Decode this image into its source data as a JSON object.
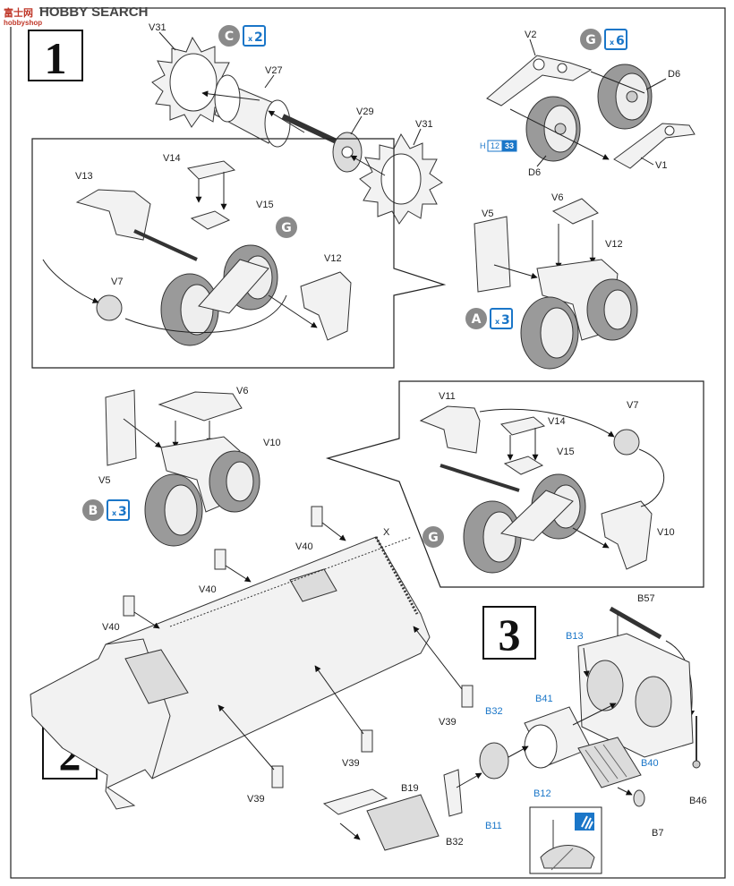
{
  "watermark": {
    "brand": "HOBBY SEARCH",
    "site": "hobbyshop"
  },
  "steps": {
    "s1": "1",
    "s2": "2",
    "s3": "3"
  },
  "badges": {
    "c": {
      "letter": "C",
      "mult": "2"
    },
    "g": {
      "letter": "G",
      "mult": "6"
    },
    "a": {
      "letter": "A",
      "mult": "3"
    },
    "b": {
      "letter": "B",
      "mult": "3"
    },
    "g_callout1": "G",
    "g_callout2": "G"
  },
  "paint_ref": {
    "prefix": "H",
    "code1": "12",
    "code2": "33"
  },
  "labels": {
    "v31_top": "V31",
    "v27": "V27",
    "v29": "V29",
    "v31_right": "V31",
    "v2": "V2",
    "d6_right": "D6",
    "d6_left": "D6",
    "v1": "V1",
    "v14_a": "V14",
    "v13": "V13",
    "v15_a": "V15",
    "v7_a": "V7",
    "v12_a": "V12",
    "v6_a": "V6",
    "v5_a": "V5",
    "v12_b": "V12",
    "v6_b": "V6",
    "v10_a": "V10",
    "v5_b": "V5",
    "v11": "V11",
    "v14_b": "V14",
    "v7_b": "V7",
    "v15_b": "V15",
    "v10_b": "V10",
    "x": "X",
    "v40_a": "V40",
    "v40_b": "V40",
    "v40_c": "V40",
    "v39_a": "V39",
    "v39_b": "V39",
    "v39_c": "V39",
    "b57": "B57",
    "b13": "B13",
    "b41": "B41",
    "b32_top": "B32",
    "b40": "B40",
    "b12": "B12",
    "b11": "B11",
    "b19": "B19",
    "b32_bottom": "B32",
    "b46": "B46",
    "b7": "B7"
  },
  "colors": {
    "accent": "#1a76c8",
    "badge_grey": "#8a8a8a",
    "ink": "#222222"
  }
}
